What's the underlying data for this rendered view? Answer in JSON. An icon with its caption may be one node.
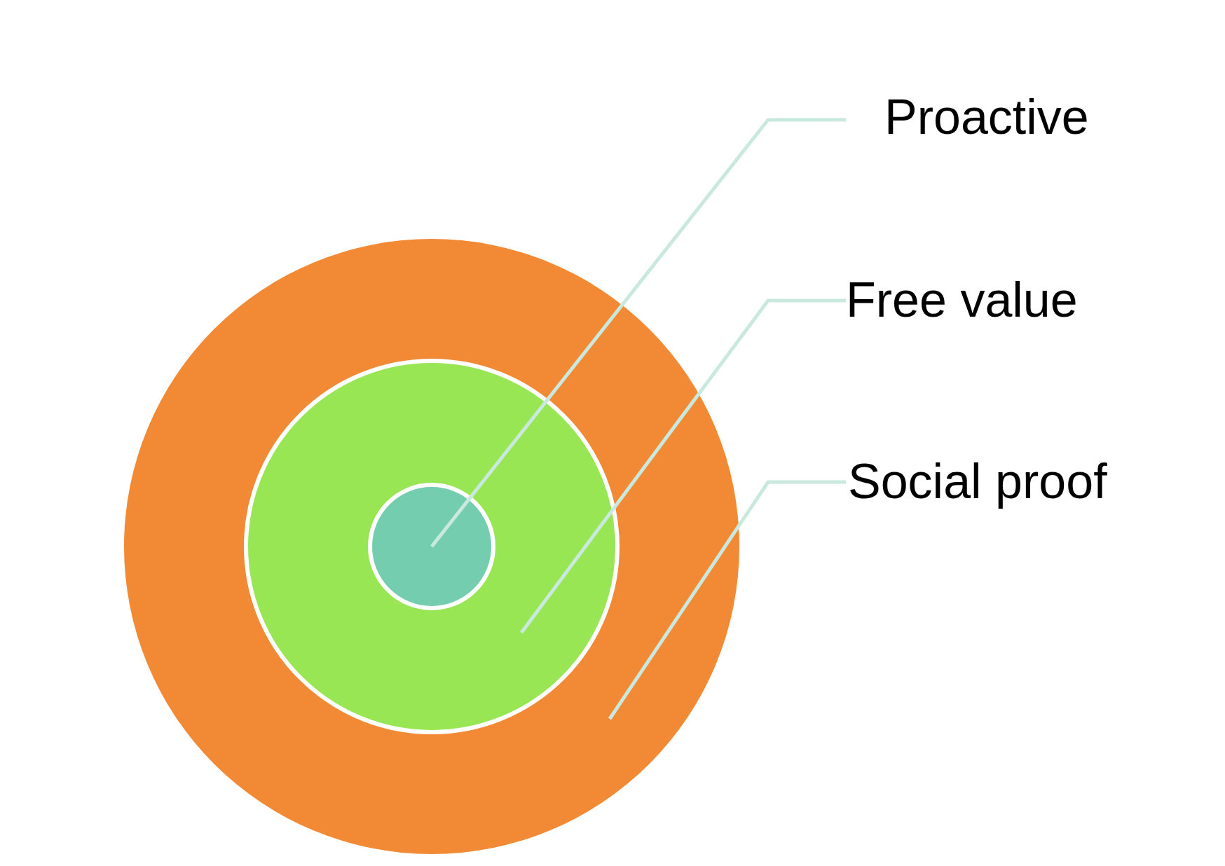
{
  "diagram": {
    "nodes": [
      {
        "text": [
          "Proactive"
        ]
      },
      {
        "text": [
          "Free value"
        ]
      },
      {
        "text": [
          "Social proof"
        ]
      },
      {
        "text": [],
        "shape": "circle"
      },
      {
        "text": [],
        "shape": "circle",
        "in": 3
      },
      {
        "text": [],
        "shape": "circle",
        "in": 4
      }
    ],
    "edges": [
      {
        "from": 0,
        "to": 5,
        "arrow": "none"
      },
      {
        "from": 1,
        "to": 4,
        "arrow": "none"
      },
      {
        "from": 2,
        "to": 3,
        "arrow": "none"
      }
    ]
  }
}
